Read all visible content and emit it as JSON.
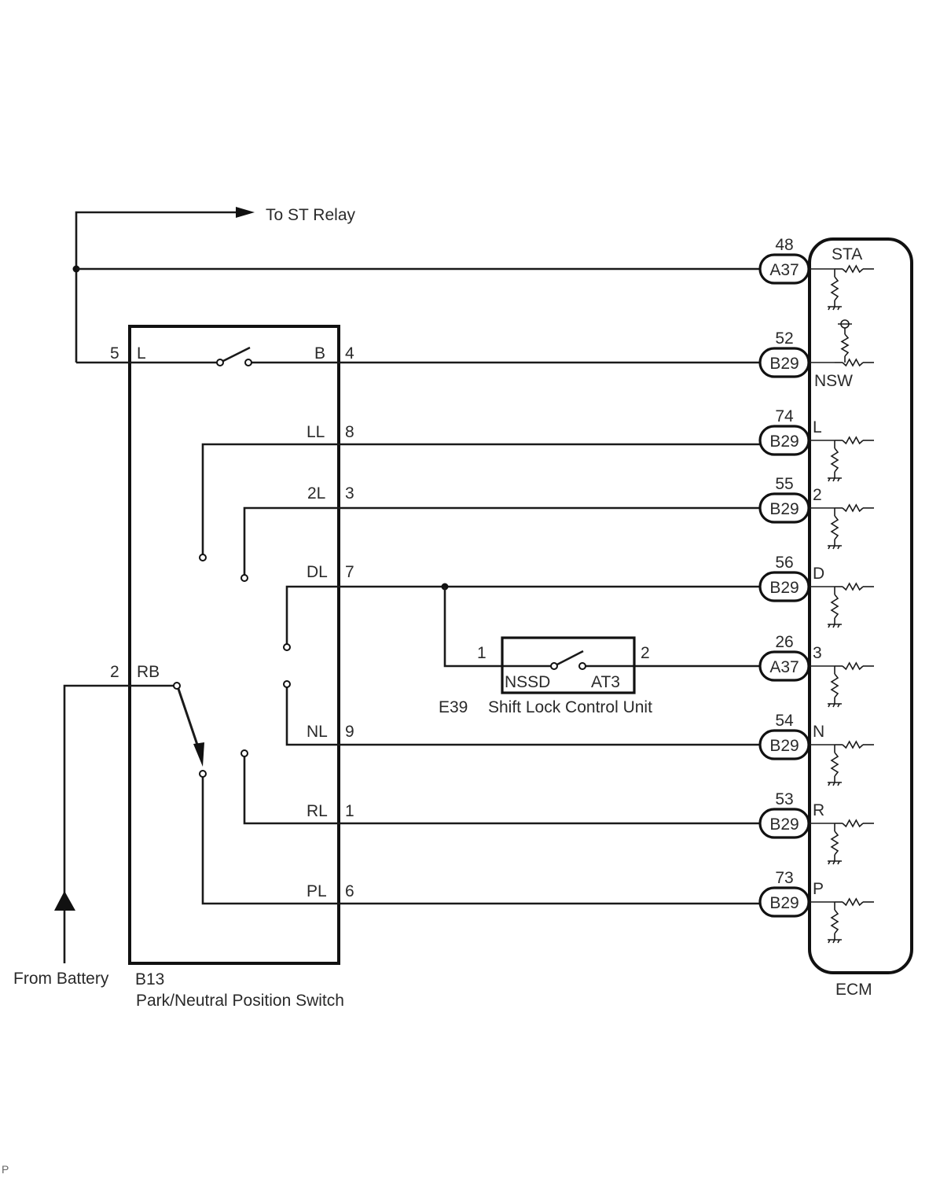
{
  "title_labels": {
    "to_st_relay": "To ST Relay",
    "from_battery": "From Battery",
    "corner_mark": "P"
  },
  "switch_b13": {
    "code": "B13",
    "name": "Park/Neutral Position Switch",
    "pins": [
      {
        "pin": "5",
        "name": "L"
      },
      {
        "pin": "4",
        "name": "B"
      },
      {
        "pin": "8",
        "name": "LL"
      },
      {
        "pin": "3",
        "name": "2L"
      },
      {
        "pin": "7",
        "name": "DL"
      },
      {
        "pin": "2",
        "name": "RB"
      },
      {
        "pin": "9",
        "name": "NL"
      },
      {
        "pin": "1",
        "name": "RL"
      },
      {
        "pin": "6",
        "name": "PL"
      }
    ]
  },
  "shift_lock_e39": {
    "code": "E39",
    "name": "Shift Lock Control Unit",
    "pin_left": "1",
    "pin_right": "2",
    "term_left": "NSSD",
    "term_right": "AT3"
  },
  "ecm": {
    "name": "ECM",
    "connections": [
      {
        "pin": "48",
        "connector": "A37",
        "signal": "STA"
      },
      {
        "pin": "52",
        "connector": "B29",
        "signal": "NSW"
      },
      {
        "pin": "74",
        "connector": "B29",
        "signal": "L"
      },
      {
        "pin": "55",
        "connector": "B29",
        "signal": "2"
      },
      {
        "pin": "56",
        "connector": "B29",
        "signal": "D"
      },
      {
        "pin": "26",
        "connector": "A37",
        "signal": "3"
      },
      {
        "pin": "54",
        "connector": "B29",
        "signal": "N"
      },
      {
        "pin": "53",
        "connector": "B29",
        "signal": "R"
      },
      {
        "pin": "73",
        "connector": "B29",
        "signal": "P"
      }
    ]
  }
}
